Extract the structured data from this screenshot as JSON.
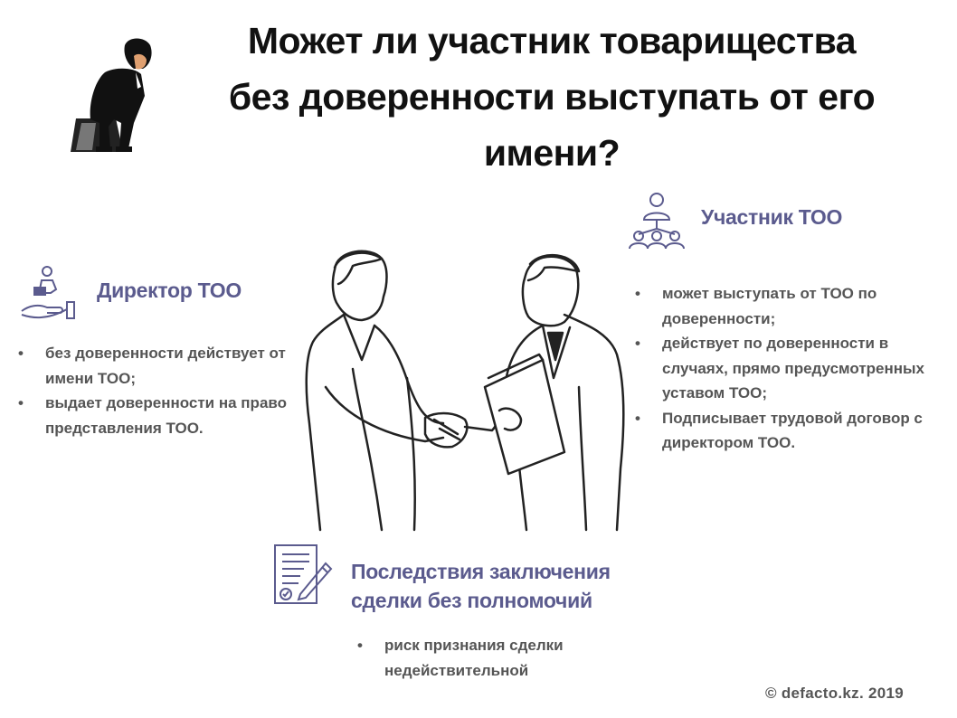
{
  "title": {
    "line1": "Может ли участник товарищества",
    "line2": "без доверенности выступать от его",
    "line3": "имени?"
  },
  "director": {
    "heading": "Директор ТОО",
    "bullets": [
      "без доверенности действует от имени ТОО;",
      "выдает доверенности на право представления ТОО."
    ]
  },
  "participant": {
    "heading": "Участник ТОО",
    "bullets": [
      "может выступать от ТОО по доверенности;",
      "действует по доверенности в случаях, прямо предусмотренных уставом ТОО;",
      "Подписывает трудовой договор с директором ТОО."
    ]
  },
  "consequences": {
    "heading_line1": "Последствия заключения",
    "heading_line2": "сделки без полномочий",
    "bullets": [
      "риск признания сделки недействительной"
    ]
  },
  "footer": "© defacto.kz. 2019",
  "icons": {
    "thinker": "thinker-statue-icon",
    "director": "director-hand-icon",
    "participant": "participant-network-icon",
    "document": "signed-document-icon",
    "handshake": "handshake-illustration"
  },
  "colors": {
    "accent": "#5b5b8e",
    "text": "#555555",
    "title": "#111111"
  }
}
